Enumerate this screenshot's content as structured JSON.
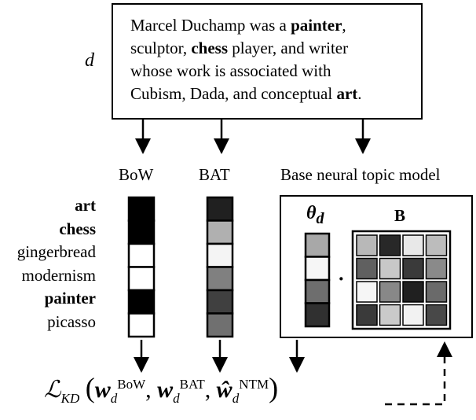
{
  "document": {
    "symbol": "d",
    "lines": [
      [
        {
          "t": "Marcel Duchamp was a ",
          "b": false
        },
        {
          "t": "painter",
          "b": true
        },
        {
          "t": ",",
          "b": false
        }
      ],
      [
        {
          "t": "sculptor, ",
          "b": false
        },
        {
          "t": "chess",
          "b": true
        },
        {
          "t": " player, and writer",
          "b": false
        }
      ],
      [
        {
          "t": "whose work is associated with",
          "b": false
        }
      ],
      [
        {
          "t": "Cubism, Dada, and conceptual ",
          "b": false
        },
        {
          "t": "art",
          "b": true
        },
        {
          "t": ".",
          "b": false
        }
      ]
    ]
  },
  "labels": {
    "bow": "BoW",
    "bat": "BAT",
    "ntm": "Base neural topic model"
  },
  "terms": [
    {
      "text": "art",
      "bold": true
    },
    {
      "text": "chess",
      "bold": true
    },
    {
      "text": "gingerbread",
      "bold": false
    },
    {
      "text": "modernism",
      "bold": false
    },
    {
      "text": "painter",
      "bold": true
    },
    {
      "text": "picasso",
      "bold": false
    }
  ],
  "bow_colors": [
    "#000000",
    "#000000",
    "#ffffff",
    "#ffffff",
    "#000000",
    "#ffffff"
  ],
  "bat_colors": [
    "#202020",
    "#b0b0b0",
    "#f4f4f4",
    "#808080",
    "#404040",
    "#707070"
  ],
  "ntm": {
    "theta_label": "θ",
    "theta_sub": "d",
    "b_label": "B",
    "dot": "·",
    "theta_colors": [
      "#a8a8a8",
      "#f6f6f6",
      "#6e6e6e",
      "#303030"
    ],
    "b_colors": [
      [
        "#b8b8b8",
        "#282828",
        "#e8e8e8",
        "#bcbcbc"
      ],
      [
        "#606060",
        "#c8c8c8",
        "#3a3a3a",
        "#8a8a8a"
      ],
      [
        "#f6f6f6",
        "#888888",
        "#202020",
        "#6a6a6a"
      ],
      [
        "#3a3a3a",
        "#cacaca",
        "#f2f2f2",
        "#484848"
      ]
    ]
  },
  "loss": {
    "main": "ℒ",
    "main_sub": "KD",
    "w": "w",
    "w_hat": "ŵ",
    "sub": "d",
    "sup_bow": "BoW",
    "sup_bat": "BAT",
    "sup_ntm": "NTM"
  }
}
